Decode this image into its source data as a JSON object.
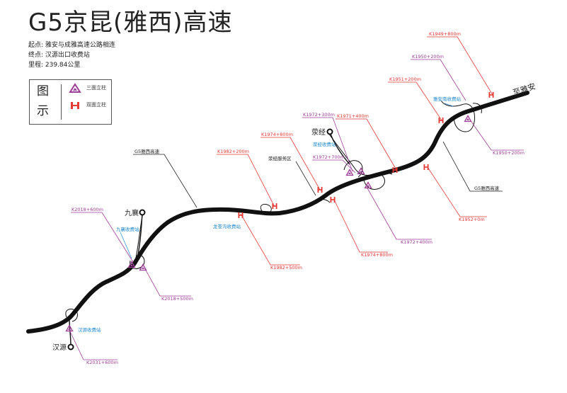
{
  "title": "G5京昆(雅西)高速",
  "info": {
    "start": "起点: 雅安与成雅高速公路相连",
    "end": "终点: 汉源出口收费站",
    "mileage": "里程: 239.84公里"
  },
  "legend": {
    "title_1": "图",
    "title_2": "示",
    "item_1": "三面立柱",
    "item_2": "双面立柱"
  },
  "colors": {
    "road": "#111111",
    "red": "#e53935",
    "purple": "#9c3d96",
    "blue": "#1e88d2",
    "black_text": "#222222"
  },
  "places": {
    "yaan": "至雅安",
    "yingjing": "荥经",
    "jiuxiang": "九襄",
    "hanyuan": "汉源"
  },
  "stations": {
    "yaan_south": "雅安南收费站",
    "yingjing_toll": "荥经收费站",
    "longcanggou": "龙苍沟收费站",
    "jiuxiang_toll": "九襄收费站",
    "hanyuan_toll": "汉源收费站",
    "yingjing_service": "荥经服务区"
  },
  "road_labels": {
    "g5_west": "G5雅西高速",
    "g5_east": "G5雅西高速"
  },
  "markers": {
    "k1949_800": "K1949+800m",
    "k1950_200_top": "K1950+200m",
    "k1951_200": "K1951+200m",
    "k1950_200_right": "K1950+200m",
    "k1952_0": "K1952+0m",
    "k1971_400": "K1971+400m",
    "k1972_300": "K1972+300m",
    "k1972_700": "K1972+700m",
    "k1972_400": "K1972+400m",
    "k1974_800_top": "K1974+800m",
    "k1974_800_bottom": "K1974+800m",
    "k1982_200": "K1982+200m",
    "k1982_500": "K1982+500m",
    "k2018_600": "K2018+600m",
    "k2018_500": "K2018+500m",
    "k2031_600": "K2031+600m"
  }
}
